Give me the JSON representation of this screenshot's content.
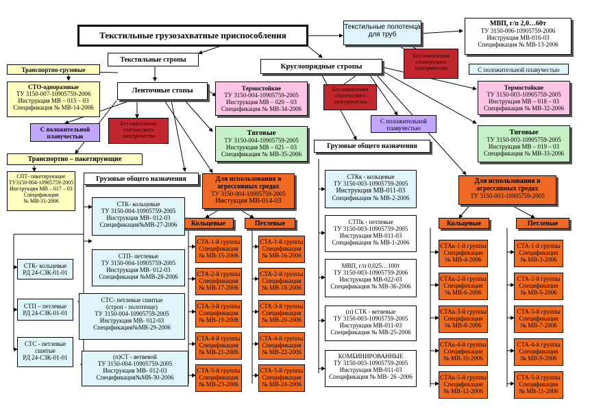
{
  "title": "Текстильные грузозахватные приспособления",
  "polotenca": [
    "Текстильные полотенца",
    "для труб"
  ],
  "tekstilnye_stropy": "Текстильные стропы",
  "kruglopryadnye": "Круглопрядные стропы",
  "lentochnye": "Ленточные стопы",
  "transportno_gruzovye": "Транспортно-грузовые",
  "sto_box": [
    "СТО-одноразовые",
    "ТУ 3150-007-10905759-2006",
    "Инструкция МВ – 015 – 03",
    "Спецификация № МВ-14-2006"
  ],
  "pos_plav_left": [
    "С положительной",
    "плавучестью"
  ],
  "bez_nakopl": [
    "Без накопления",
    "статического",
    "электричества"
  ],
  "transportno_paket": "Транспортно – пакетирующие",
  "spt_box": [
    "СПТ- пакетирующие",
    "ТУ3150-004-10905759-2005",
    "Инструкция МВ – 017 – 03",
    "Спецификация",
    "№ МВ-31-2006"
  ],
  "termo_left": [
    "Термостойкие",
    "ТУ 3150-004-10905759-2005",
    "Инструкция МВ – 020 – 03",
    "Спецификация № МВ-34-2006"
  ],
  "tyag_left": [
    "Тяговые",
    "ТУ 3150-004-10905759-2005",
    "Инструкция МВ – 021 – 03",
    "Спецификация № МВ-35-2006"
  ],
  "bez_nakopl_mid": [
    "Без накопления",
    "статического",
    "электричества"
  ],
  "bez_nakopl_top": [
    "Без накопления",
    "статического",
    "электричества"
  ],
  "pos_plav_mid": [
    "С положительной",
    "плавучестью"
  ],
  "mvp_box": [
    "МВП, г/п 2,0…60т",
    "ТУ 3150-006-10905759-2006",
    "Инструкция МВ-016-03",
    "Спецификация № МВ-13-2006"
  ],
  "pos_plav_right": "С положительной плавучестью",
  "termo_right": [
    "Термостойкие",
    "ТУ 3150-003-10905759-2005",
    "Инструкция МВ – 018 – 03",
    "Спецификация № МВ-32-2006"
  ],
  "tyag_right": [
    "Тяговые",
    "ТУ 3150-003-10905759-2005",
    "Инструкция МВ – 019 – 03",
    "Спецификация № МВ-33-2006"
  ],
  "gruz_obsh_left": "Грузовые общего назначения",
  "gruz_obsh_right": "Грузовые общего назначения",
  "agress_left": [
    "Для использования в",
    "агрессивных средах",
    "ТУ 3150-004-10905759-2005",
    "Инстукция МВ-014-03"
  ],
  "agress_right": [
    "Для использования в",
    "агрессивных средах",
    "ТУ 3150-003-10905759-2005"
  ],
  "koltsevye": "Кольцевые",
  "petlevye": "Петлевые",
  "stk_box": [
    "СТК- кольцевые",
    "ТУ 3150-004-10905759-2005",
    "Инструкция МВ- 012-03",
    "Спецификация№МВ-27-2006"
  ],
  "stp_box": [
    "СТП- петлевые",
    "ТУ 3150-004-10905759-2005",
    "Инструкция МВ- 012-03",
    "Спецификация №МВ-28-2006"
  ],
  "stc_box": [
    "СТС- петлевые сшитые",
    "(строп - полотенце)",
    "ТУ 3150-004-10905759-2005",
    "Инструкция МВ- 012-03",
    "Спецификация№МВ-29-2006"
  ],
  "nst_box": [
    "(п)СТ - ветвевой",
    "ТУ 3150-004-10905759-2005",
    "Инструкция МВ- 012-03",
    "Спецификация№МВ-30-2006"
  ],
  "rd_stk": [
    "СТК- кольцевые",
    "РД 24-СЗК-01-01"
  ],
  "rd_stp": [
    "СТП – петлевые",
    "РД 24-СЗК-01-01"
  ],
  "rd_stc": [
    "СТС - петлевые",
    "сшитые",
    "РД 24-СЗК-01-01"
  ],
  "sta_left_k": [
    [
      "СТА-1-й группы",
      "Спецификация",
      "№ МВ-15-2006"
    ],
    [
      "СТА-2-й группы",
      "Спецификация",
      "№ МВ-17-2006"
    ],
    [
      "СТА-3-й группы",
      "Спецификация",
      "№ МВ-19-2006"
    ],
    [
      "СТА-4-й группы",
      "Спецификация",
      "№ МВ-21-2006"
    ],
    [
      "СТА-5-й группы",
      "Спецификация",
      "№ МВ-23-2006"
    ]
  ],
  "sta_left_p": [
    [
      "СТА-1-й группы",
      "Спецификация",
      "№ МВ-16-2006"
    ],
    [
      "СТА-2-й группы",
      "Спецификация",
      "№ МВ-18-2006"
    ],
    [
      "СТА-3-й группы",
      "Спецификация",
      "№ МВ-20-2006"
    ],
    [
      "СТА-4-й группы",
      "Спецификация",
      "№ МВ-22-2006"
    ],
    [
      "СТА-5-й группы",
      "Спецификация",
      "№ МВ-24-2006"
    ]
  ],
  "stkk_box": [
    "СТКк - кольцевые",
    "ТУ 3150-003-10905759-2005",
    "Инструкция МВ-011-03",
    "Спецификация № МВ-2-2006"
  ],
  "stpk_box": [
    "СТПк - петлевые",
    "ТУ 3150-003-10905759-2005",
    "Инструкция МВ-011-03",
    "Спецификация № МВ-1-2006"
  ],
  "mvp2_box": [
    "МВП, г/п 0,025…100т",
    "ТУ 3150-003-10905759-2006",
    "Инструкция МВ-022-03",
    "Спецификация № МВ-36-2006"
  ],
  "nstk_box": [
    "(п) СТК - ветвевые",
    "ТУ 3150-003-10905759-2005",
    "Инструкция МВ-011-03",
    "Спецификация № МВ-25-2006"
  ],
  "komb_box": [
    "КОМБИНИРОВАННЫЕ",
    "ТУ 3150-003-10905759-2005",
    "Инструкция МВ-011-03",
    "Спецификация № МВ- 26 -2006"
  ],
  "stak_right_k": [
    [
      "СТАк-1-й группы",
      "Спецификация",
      "№ МВ-4-2006"
    ],
    [
      "СТАк-2-й группы",
      "Спецификация",
      "№ МВ-6-2006"
    ],
    [
      "СТАк-3-й группы",
      "Спецификация",
      "№ МВ-8-2006"
    ],
    [
      "СТАк-4-й группы",
      "Спецификация",
      "№ МВ-10-2006"
    ],
    [
      "СТАк-5-й группы",
      "Спецификация",
      "№ МВ-12-2006"
    ]
  ],
  "sta_right_p": [
    [
      "СТА-1-й группы",
      "Спецификация",
      "№ МВ-3-2006"
    ],
    [
      "СТА-2-й группы",
      "Спецификация",
      "№ МВ-5-2006"
    ],
    [
      "СТА-3-й группы",
      "Спецификация",
      "№ МВ-7-2006"
    ],
    [
      "СТА-4-й группы",
      "Спецификация",
      "№ МВ-9-2006"
    ],
    [
      "СТА-5-й группы",
      "Спецификация",
      "№ МВ-11-2006"
    ]
  ]
}
